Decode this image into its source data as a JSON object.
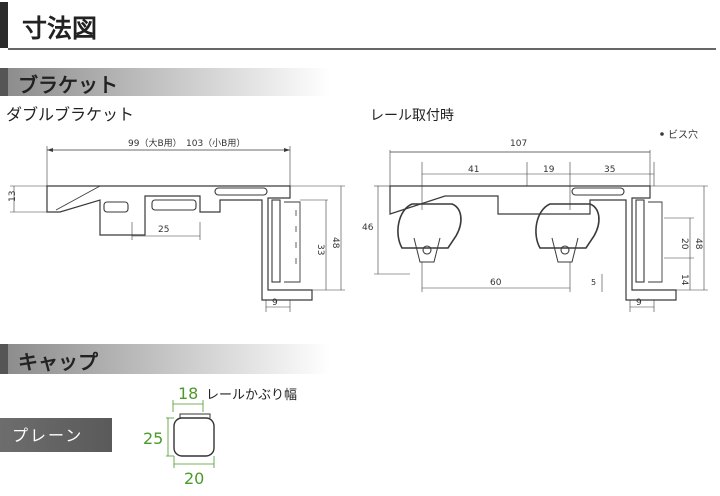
{
  "page": {
    "title": "寸法図",
    "section_bracket": "ブラケット",
    "section_cap": "キャップ"
  },
  "double_bracket": {
    "label": "ダブルブラケット",
    "dim_width_left": "99（大B用）",
    "dim_width_right": "103（小B用）",
    "dim_13": "13",
    "dim_25": "25",
    "dim_33": "33",
    "dim_48": "48",
    "dim_9": "9"
  },
  "rail_mounted": {
    "label": "レール取付時",
    "dim_107": "107",
    "dim_41": "41",
    "dim_19": "19",
    "dim_35": "35",
    "dim_46": "46",
    "dim_60": "60",
    "dim_5": "5",
    "dim_9": "9",
    "dim_20": "20",
    "dim_14": "14",
    "dim_48": "48",
    "screw_hole_note": "ビス穴"
  },
  "cap": {
    "variant_label": "プレーン",
    "dim_18": "18",
    "rail_cover_width_label": "レールかぶり幅",
    "dim_25": "25",
    "dim_20": "20",
    "dim_color": "#4a9a2a"
  }
}
